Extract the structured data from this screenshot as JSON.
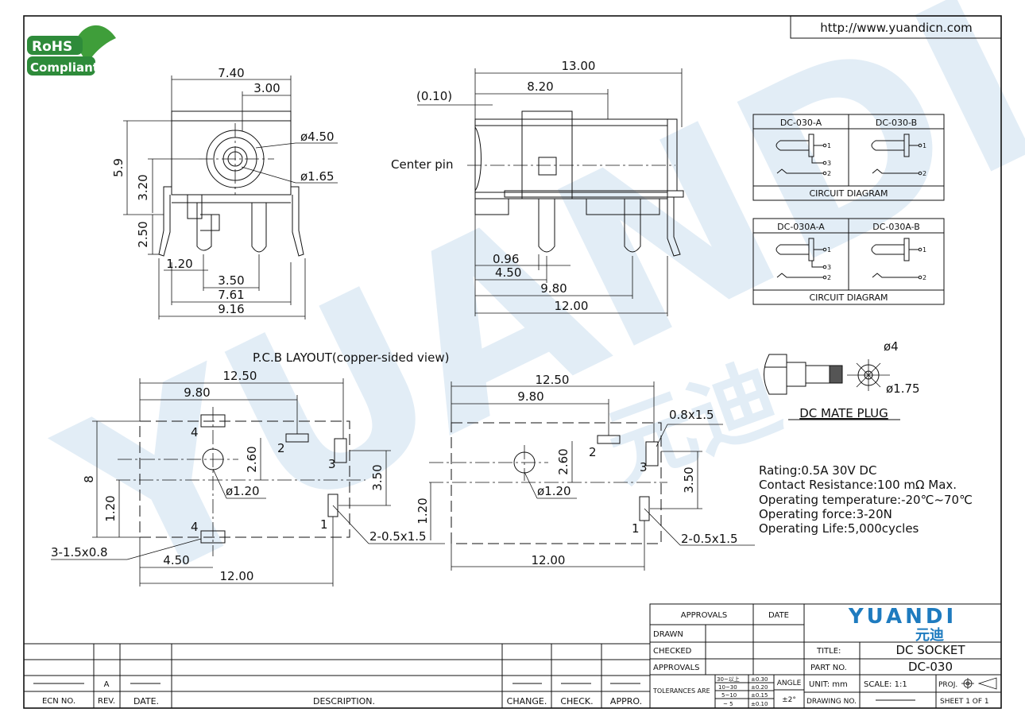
{
  "header": {
    "url": "http://www.yuandicn.com"
  },
  "rohs": {
    "line1": "RoHS",
    "line2": "Compliant"
  },
  "watermark": {
    "text": "YUANDI",
    "cn": "元迪"
  },
  "front_view": {
    "dims": [
      "7.40",
      "3.00",
      "5.9",
      "3.20",
      "2.50",
      "1.20",
      "3.50",
      "7.61",
      "9.16"
    ],
    "dia_outer": "ø4.50",
    "dia_inner": "ø1.65"
  },
  "side_view": {
    "dims": [
      "13.00",
      "8.20",
      "(0.10)",
      "0.96",
      "4.50",
      "9.80",
      "12.00"
    ],
    "center_pin": "Center pin"
  },
  "circuits": {
    "top": {
      "a": "DC-030-A",
      "b": "DC-030-B",
      "caption": "CIRCUIT  DIAGRAM"
    },
    "bottom": {
      "a": "DC-030A-A",
      "b": "DC-030A-B",
      "caption": "CIRCUIT  DIAGRAM"
    },
    "pins": [
      "1",
      "3",
      "2"
    ]
  },
  "plug": {
    "dia1": "ø4",
    "dia2": "ø1.75",
    "label": "DC  MATE  PLUG"
  },
  "pcb": {
    "title": "P.C.B  LAYOUT(copper-sided  view)",
    "left": {
      "dims": [
        "12.50",
        "9.80",
        "8",
        "2.60",
        "1.20",
        "3.50",
        "4.50",
        "12.00"
      ],
      "hole": "ø1.20",
      "pad_note1": "3-1.5x0.8",
      "pad_note2": "2-0.5x1.5",
      "pins": [
        "4",
        "2",
        "3",
        "4",
        "1"
      ]
    },
    "right": {
      "dims": [
        "12.50",
        "9.80",
        "2.60",
        "1.20",
        "3.50",
        "12.00"
      ],
      "hole": "ø1.20",
      "pad_note1": "0.8x1.5",
      "pad_note2": "2-0.5x1.5",
      "pins": [
        "2",
        "3",
        "1"
      ]
    }
  },
  "specs": [
    "Rating:0.5A  30V  DC",
    "Contact  Resistance:100  mΩ  Max.",
    "Operating  temperature:-20℃~70℃",
    "Operating  force:3-20N",
    "Operating  Life:5,000cycles"
  ],
  "title_block": {
    "approvals": "APPROVALS",
    "date": "DATE",
    "drawn": "DRAWN",
    "checked": "CHECKED",
    "approvals2": "APPROVALS",
    "tolerances": "TOLERANCES  ARE",
    "tol_ranges": [
      "30~以上",
      "10~30",
      "5~10",
      "~ 5"
    ],
    "tol_values": [
      "±0.30",
      "±0.20",
      "±0.15",
      "±0.10"
    ],
    "angle": "ANGLE",
    "angle_val": "±2°",
    "logo": "YUANDI",
    "logo_cn": "元迪",
    "title_label": "TITLE:",
    "title_value": "DC SOCKET",
    "part_label": "PART  NO.",
    "part_value": "DC-030",
    "unit": "UNIT:  mm",
    "scale": "SCALE:    1:1",
    "proj": "PROJ.",
    "drawing_no": "DRAWING  NO.",
    "sheet": "SHEET    1  OF  1"
  },
  "revision_block": {
    "headers": [
      "ECN  NO.",
      "REV.",
      "DATE.",
      "DESCRIPTION.",
      "CHANGE.",
      "CHECK.",
      "APPRO."
    ],
    "rev_value": "A"
  },
  "colors": {
    "rohs_green": "#2e8b3a",
    "logo_blue": "#1e7bbf",
    "watermark": "#dbe8f3"
  }
}
